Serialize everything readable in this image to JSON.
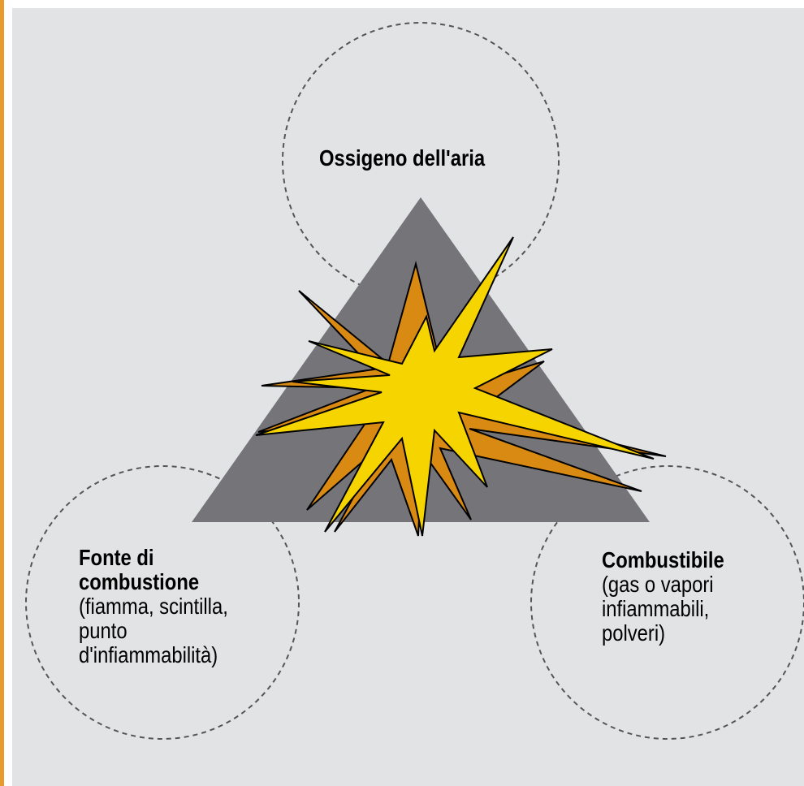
{
  "diagram": {
    "colors": {
      "background": "#e2e3e5",
      "accent_rule": "#e99a2c",
      "triangle": "#757579",
      "spark_outer": "#d98a12",
      "spark_inner": "#f6d400",
      "circle_stroke": "#555555"
    },
    "nodes": {
      "oxygen": {
        "title": "Ossigeno dell'aria",
        "lines": []
      },
      "ignition": {
        "title_lines": [
          "Fonte di",
          "combustione"
        ],
        "lines": [
          "(fiamma, scintilla,",
          "punto",
          "d'infiammabilità)"
        ]
      },
      "fuel": {
        "title": "Combustibile",
        "lines": [
          "(gas o vapori",
          "infiammabili,",
          "polveri)"
        ]
      }
    }
  }
}
